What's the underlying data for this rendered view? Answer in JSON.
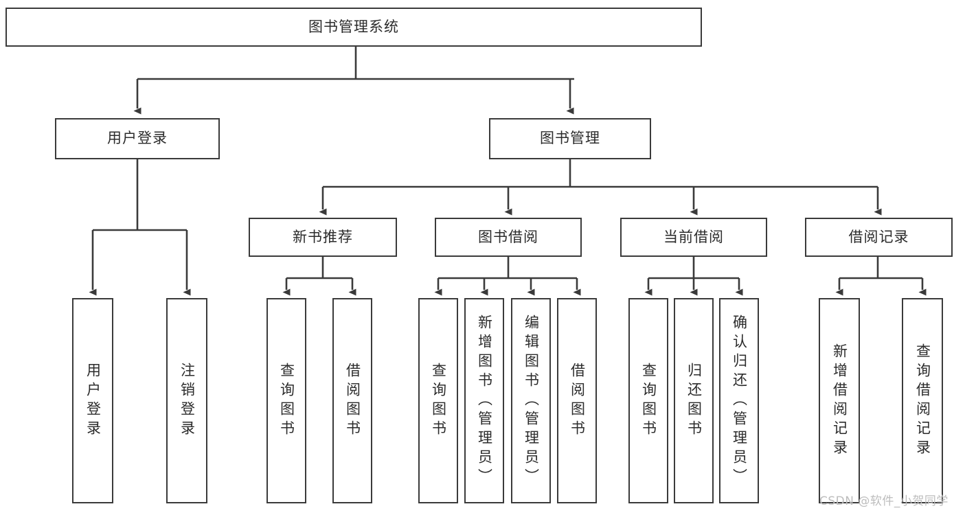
{
  "diagram": {
    "type": "tree-hierarchy",
    "title": "图书管理系统",
    "watermark": "CSDN @软件_小贺同学",
    "colors": {
      "box_border": "#3a3a3a",
      "box_fill": "#ffffff",
      "connector": "#3a3a3a",
      "text": "#2b2b2b",
      "watermark": "#bdbdbd",
      "background": "#ffffff"
    },
    "levels": {
      "level0": [
        "图书管理系统"
      ],
      "level1": [
        "用户登录",
        "图书管理"
      ],
      "level2": [
        "新书推荐",
        "图书借阅",
        "当前借阅",
        "借阅记录"
      ],
      "level3_vertical_text": [
        "用户登录",
        "注销登录",
        "查询图书",
        "借阅图书",
        "查询图书",
        "新增图书（管理员）",
        "编辑图书（管理员）",
        "借阅图书",
        "查询图书",
        "归还图书",
        "确认归还（管理员）",
        "新增借阅记录",
        "查询借阅记录"
      ]
    },
    "nodes": {
      "root": {
        "label": "图书管理系统"
      },
      "user_login": {
        "label": "用户登录"
      },
      "book_manage": {
        "label": "图书管理"
      },
      "new_book_rec": {
        "label": "新书推荐"
      },
      "book_borrow": {
        "label": "图书借阅"
      },
      "current_borrow": {
        "label": "当前借阅"
      },
      "borrow_record": {
        "label": "借阅记录"
      },
      "leaf_user_login": {
        "label": "用户登录"
      },
      "leaf_user_logout": {
        "label": "注销登录"
      },
      "leaf_rec_query": {
        "label": "查询图书"
      },
      "leaf_rec_borrow": {
        "label": "借阅图书"
      },
      "leaf_bb_query": {
        "label": "查询图书"
      },
      "leaf_bb_add": {
        "label": "新增图书（管理员）"
      },
      "leaf_bb_edit": {
        "label": "编辑图书（管理员）"
      },
      "leaf_bb_borrow": {
        "label": "借阅图书"
      },
      "leaf_cb_query": {
        "label": "查询图书"
      },
      "leaf_cb_return": {
        "label": "归还图书"
      },
      "leaf_cb_confirm": {
        "label": "确认归还（管理员）"
      },
      "leaf_br_add": {
        "label": "新增借阅记录"
      },
      "leaf_br_query": {
        "label": "查询借阅记录"
      }
    },
    "edges": [
      {
        "from": "图书管理系统",
        "to": "用户登录"
      },
      {
        "from": "图书管理系统",
        "to": "图书管理"
      },
      {
        "from": "用户登录",
        "to": "用户登录"
      },
      {
        "from": "用户登录",
        "to": "注销登录"
      },
      {
        "from": "图书管理",
        "to": "新书推荐"
      },
      {
        "from": "图书管理",
        "to": "图书借阅"
      },
      {
        "from": "图书管理",
        "to": "当前借阅"
      },
      {
        "from": "图书管理",
        "to": "借阅记录"
      },
      {
        "from": "新书推荐",
        "to": "查询图书"
      },
      {
        "from": "新书推荐",
        "to": "借阅图书"
      },
      {
        "from": "图书借阅",
        "to": "查询图书"
      },
      {
        "from": "图书借阅",
        "to": "新增图书（管理员）"
      },
      {
        "from": "图书借阅",
        "to": "编辑图书（管理员）"
      },
      {
        "from": "图书借阅",
        "to": "借阅图书"
      },
      {
        "from": "当前借阅",
        "to": "查询图书"
      },
      {
        "from": "当前借阅",
        "to": "归还图书"
      },
      {
        "from": "当前借阅",
        "to": "确认归还（管理员）"
      },
      {
        "from": "借阅记录",
        "to": "新增借阅记录"
      },
      {
        "from": "借阅记录",
        "to": "查询借阅记录"
      }
    ]
  }
}
